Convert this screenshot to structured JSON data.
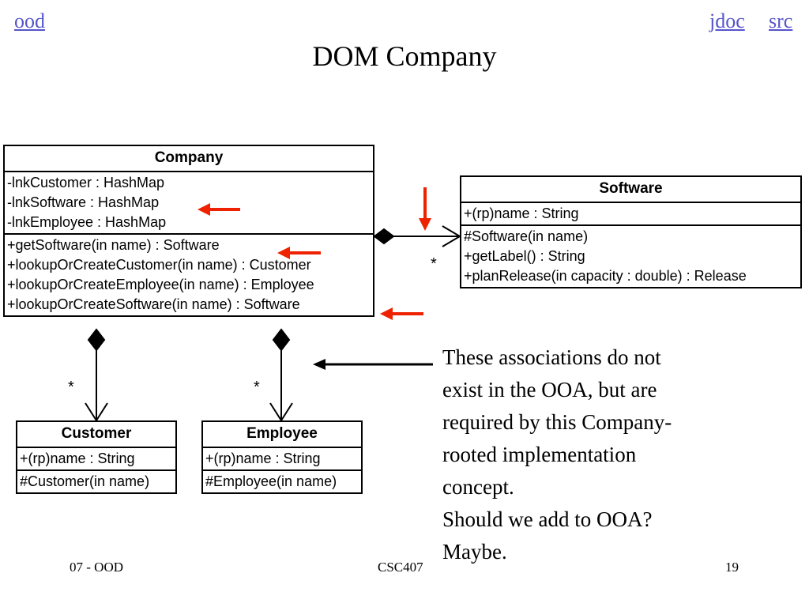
{
  "nav": {
    "ood": "ood",
    "jdoc": "jdoc",
    "src": "src"
  },
  "title": "DOM Company",
  "classes": {
    "company": {
      "name": "Company",
      "attributes": [
        "-lnkCustomer : HashMap",
        "-lnkSoftware : HashMap",
        "-lnkEmployee : HashMap"
      ],
      "operations": [
        "+getSoftware(in name) : Software",
        "+lookupOrCreateCustomer(in name) : Customer",
        "+lookupOrCreateEmployee(in name) : Employee",
        "+lookupOrCreateSoftware(in name) : Software"
      ]
    },
    "software": {
      "name": "Software",
      "attributes": [
        "+(rp)name : String"
      ],
      "operations": [
        "#Software(in name)",
        "+getLabel() : String",
        "+planRelease(in capacity : double) : Release"
      ]
    },
    "customer": {
      "name": "Customer",
      "attributes": [
        "+(rp)name : String"
      ],
      "operations": [
        "#Customer(in name)"
      ]
    },
    "employee": {
      "name": "Employee",
      "attributes": [
        "+(rp)name : String"
      ],
      "operations": [
        "#Employee(in name)"
      ]
    }
  },
  "multiplicity": {
    "software": "*",
    "customer": "*",
    "employee": "*"
  },
  "note": [
    "These associations do not",
    "exist in the OOA, but are",
    "required by this Company-",
    "rooted implementation",
    "concept.",
    "Should we add to OOA?",
    "Maybe."
  ],
  "footer": {
    "left": "07 - OOD",
    "center": "CSC407",
    "right": "19"
  },
  "colors": {
    "highlight_arrow": "#ee2200",
    "link": "#5555cc"
  }
}
